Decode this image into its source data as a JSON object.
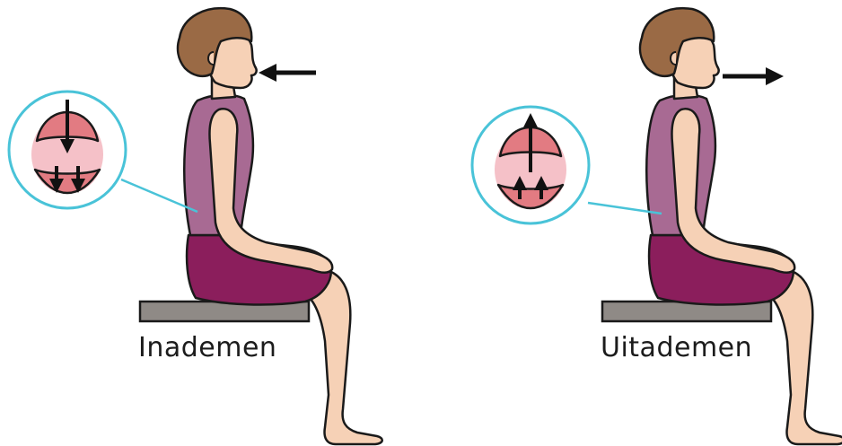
{
  "panels": [
    {
      "caption": "Inademen",
      "air_flow": "toward-face",
      "diaphragm_motion": "down"
    },
    {
      "caption": "Uitademen",
      "air_flow": "away-from-face",
      "diaphragm_motion": "up"
    }
  ],
  "colors": {
    "skin": "#f6d1b6",
    "hair": "#9a6a45",
    "top": "#a86a93",
    "skirt": "#8b1e5c",
    "bench": "#8f8a86",
    "callout_ring": "#49c3d8",
    "lung_pink": "#f5c1c8",
    "lung_red": "#e27b82",
    "outline": "#1a1a1a"
  },
  "icons": [
    "woman-seated-figure",
    "breathing-arrow-icon",
    "diaphragm-callout-icon",
    "bench"
  ]
}
